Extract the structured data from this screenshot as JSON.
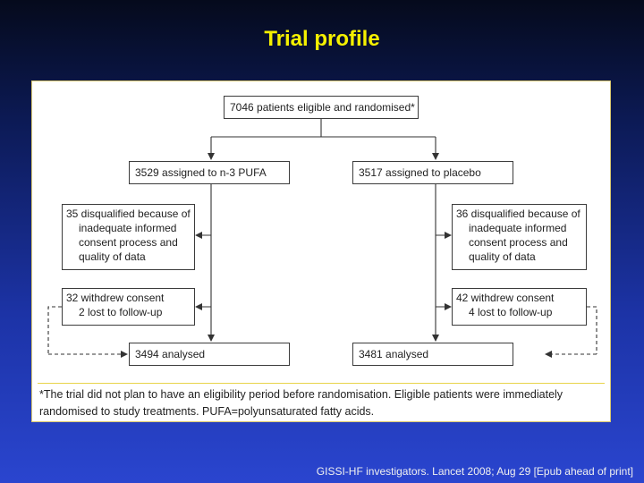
{
  "slide": {
    "title": "Trial profile",
    "citation": "GISSI-HF investigators. Lancet 2008; Aug 29 [Epub ahead of print]"
  },
  "flow": {
    "top": "7046 patients eligible and randomised*",
    "left_arm": {
      "assigned": "3529 assigned to n-3 PUFA",
      "disqualified": [
        "35 disqualified because of",
        "inadequate informed",
        "consent process and",
        "quality of data"
      ],
      "withdrew": [
        "32 withdrew consent",
        "2 lost to follow-up"
      ],
      "analysed": "3494 analysed"
    },
    "right_arm": {
      "assigned": "3517 assigned to placebo",
      "disqualified": [
        "36 disqualified because of",
        "inadequate informed",
        "consent process and",
        "quality of data"
      ],
      "withdrew": [
        "42 withdrew consent",
        "4 lost to follow-up"
      ],
      "analysed": "3481 analysed"
    }
  },
  "footnote": {
    "line1": "*The trial did not plan to have an eligibility period before randomisation. Eligible patients were immediately",
    "line2": "randomised to study treatments. PUFA=polyunsaturated fatty acids."
  }
}
